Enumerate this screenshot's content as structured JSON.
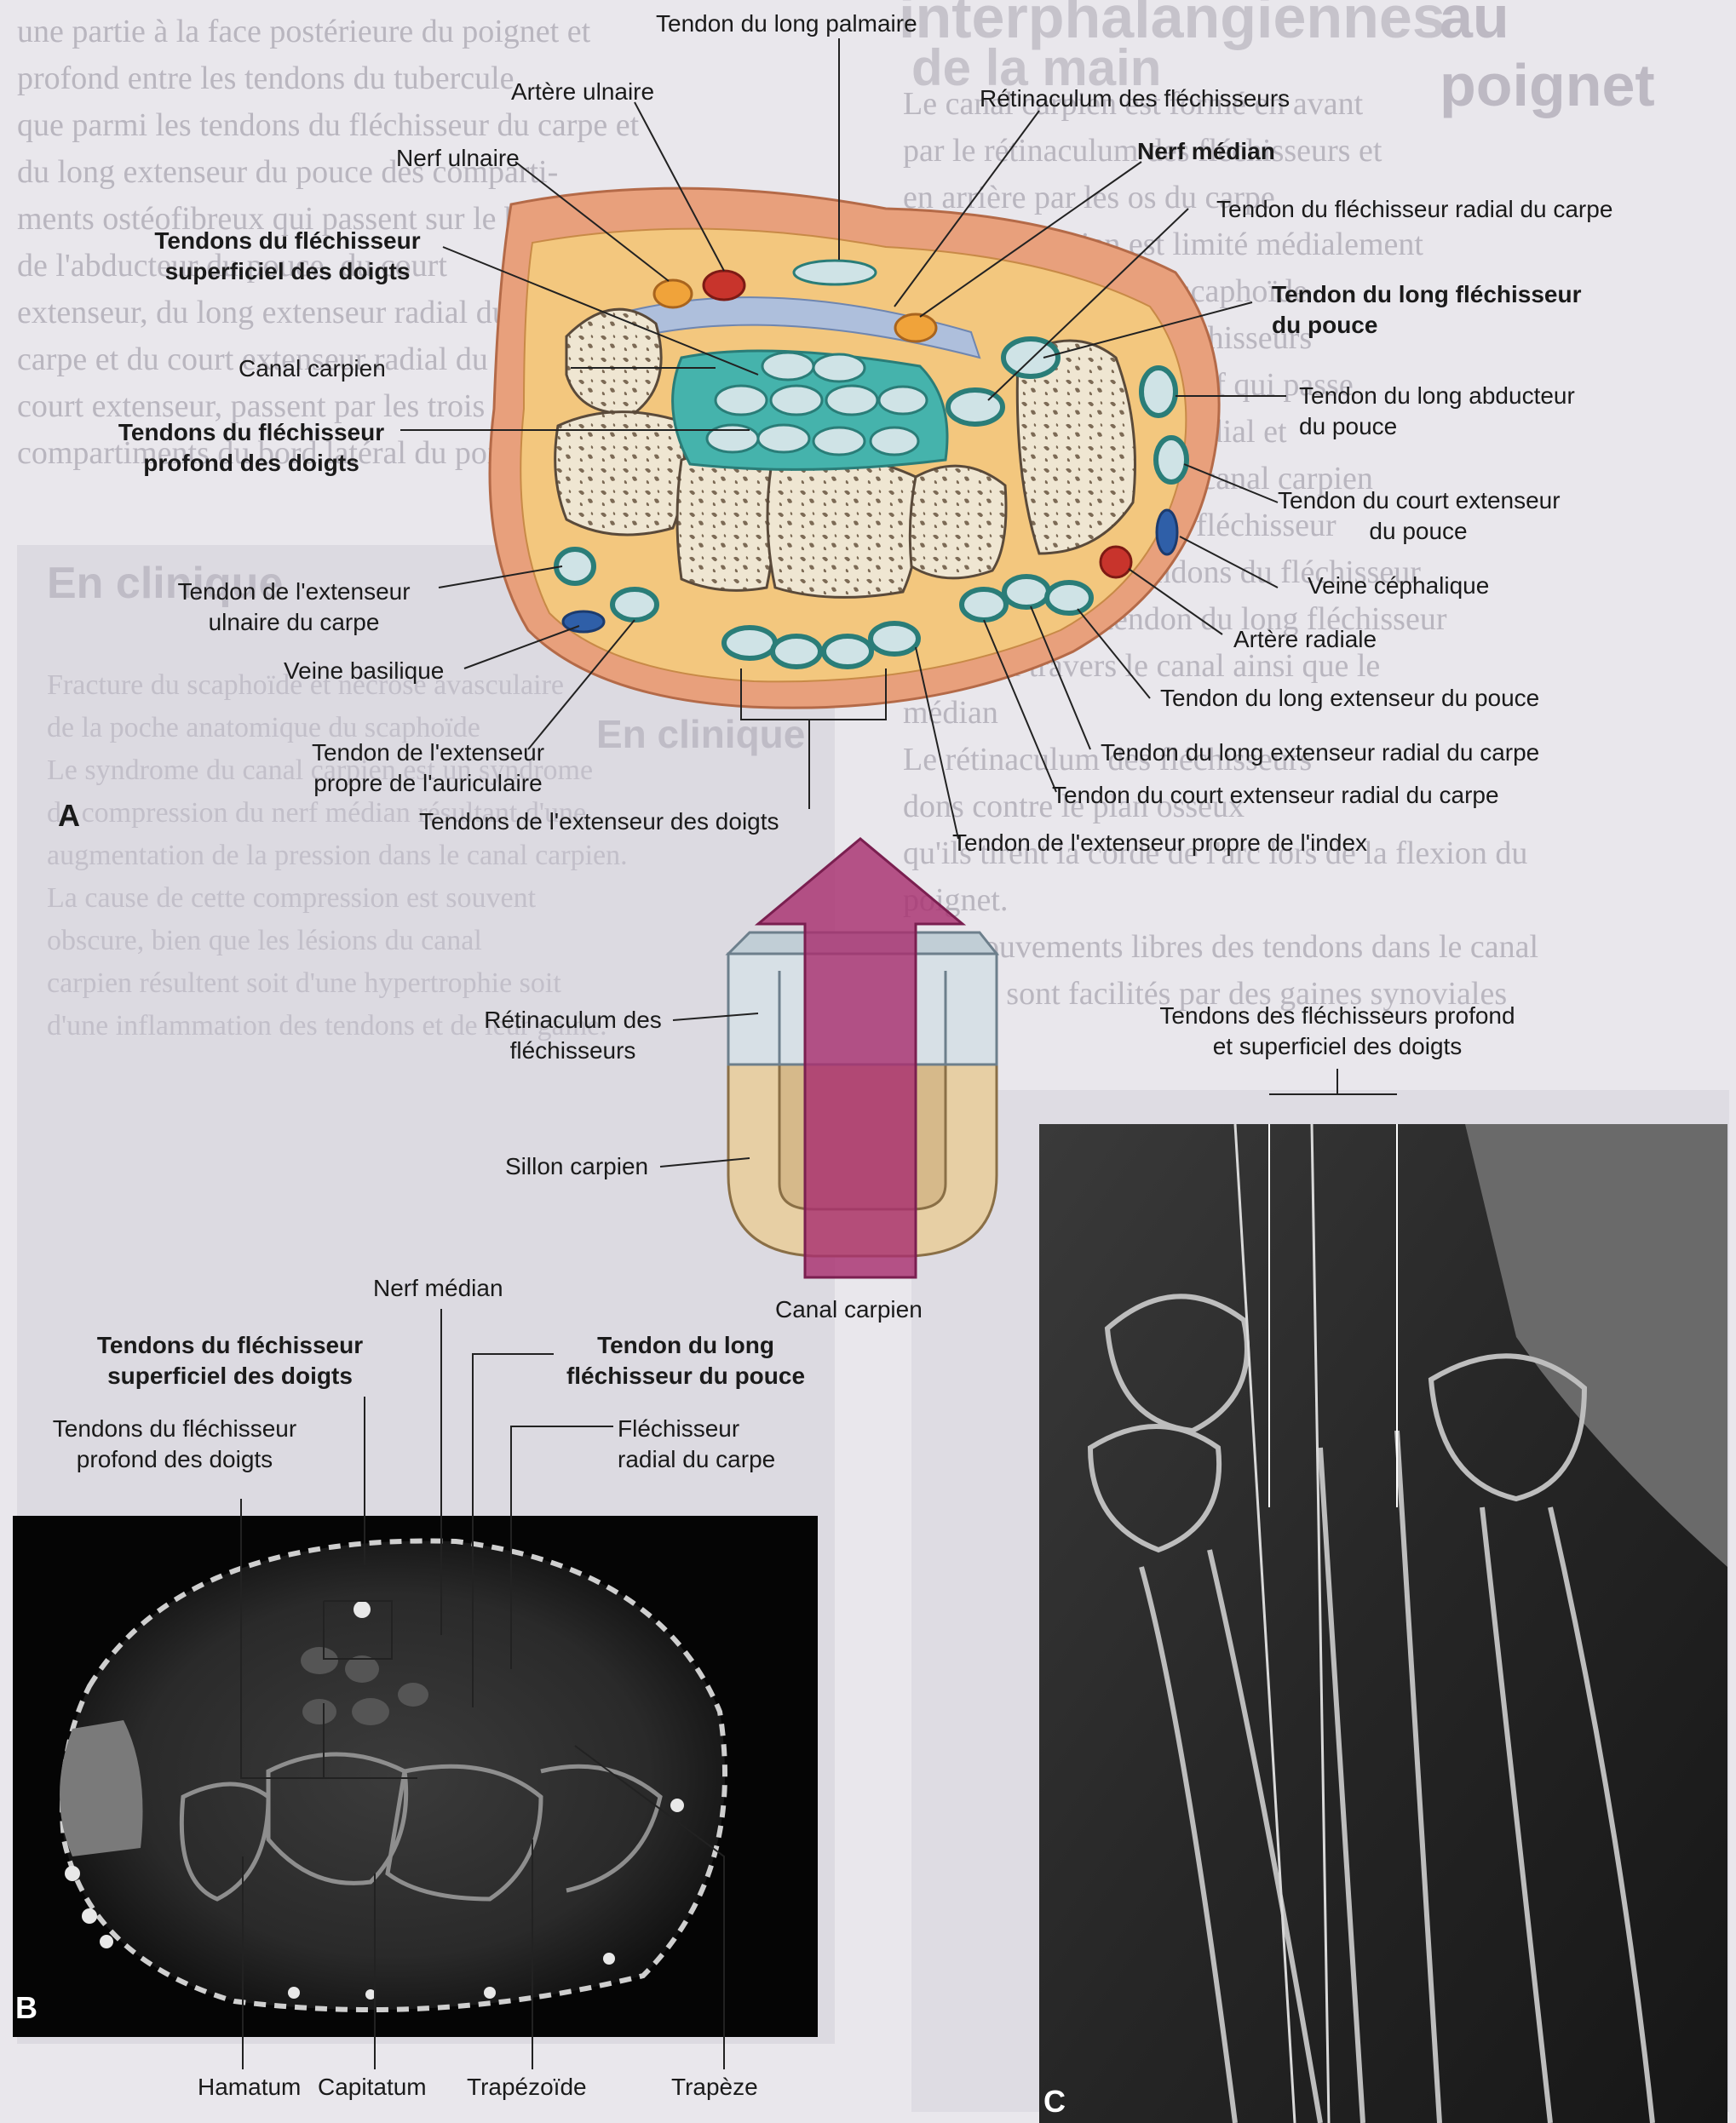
{
  "background_page": {
    "heading": "au poignet",
    "heading2": "interphalangiennes",
    "subheading": "de la main",
    "section_heading": "En clinique",
    "section_heading2": "En clinique",
    "body_lines_right": [
      "Le canal carpien est formé en avant",
      "par le rétinaculum des fléchisseurs et",
      "en arrière par les os du carpe",
      "Le sillon carpien est limité médialement",
      "par les tubercules du scaphoïde",
      "Le rétinaculum des fléchisseurs",
      "bande de tissu conjonctif qui passe",
      "pace entre les bords médial et",
      "transforme le sillon en canal carpien",
      "Les quatre tendons du fléchisseur",
      "doigts, les quatre tendons du fléchisseur",
      "des doigts et le tendon du long fléchisseur",
      "passent à travers le canal ainsi que le",
      "médian",
      "Le rétinaculum des fléchisseurs",
      "dons contre le plan osseux",
      "qu'ils tirent la corde de l'arc lors de la flexion du",
      "poignet.",
      "Les mouvements libres des tendons dans le canal",
      "carpien sont facilités par des gaines synoviales"
    ],
    "body_lines_left": [
      "une partie à la face postérieure du poignet et",
      "profond entre les tendons du tubercule",
      "que parmi les tendons du fléchisseur du carpe et",
      "du long extenseur du pouce des comparti-",
      "ments ostéofibreux qui passent sur le bord",
      "de l'abducteur du pouce, du court",
      "extenseur, du long extenseur radial du",
      "carpe et du court extenseur radial du carpe et du",
      "court extenseur, passent par les trois",
      "compartiments du bord latéral du poignet."
    ],
    "clinique_lines": [
      "Fracture du scaphoïde et nécrose avasculaire",
      "de la poche anatomique du scaphoïde",
      "Le syndrome du canal carpien est un syndrome",
      "de compression du nerf médian résultant d'une",
      "augmentation de la pression dans le canal carpien.",
      "La cause de cette compression est souvent",
      "obscure, bien que les lésions du canal",
      "carpien résultent soit d'une hypertrophie soit",
      "d'une inflammation des tendons et de leur gaine."
    ]
  },
  "panel_A": {
    "letter": "A",
    "labels": {
      "tendon_long_palmaire": "Tendon du long palmaire",
      "artere_ulnaire": "Artère ulnaire",
      "retinaculum": "Rétinaculum des fléchisseurs",
      "nerf_ulnaire": "Nerf ulnaire",
      "nerf_median": "Nerf médian",
      "flechisseur_radial": "Tendon du fléchisseur radial du carpe",
      "flechisseur_superficiel": [
        "Tendons du fléchisseur",
        "superficiel des doigts"
      ],
      "long_flechisseur_pouce": [
        "Tendon du long fléchisseur",
        "du pouce"
      ],
      "canal_carpien": "Canal carpien",
      "long_abducteur": [
        "Tendon du long abducteur",
        "du pouce"
      ],
      "flechisseur_profond": [
        "Tendons du fléchisseur",
        "profond des doigts"
      ],
      "court_extenseur_pouce": [
        "Tendon du court extenseur",
        "du pouce"
      ],
      "veine_cephalique": "Veine céphalique",
      "extenseur_ulnaire": [
        "Tendon de l'extenseur",
        "ulnaire du carpe"
      ],
      "artere_radiale": "Artère radiale",
      "veine_basilique": "Veine basilique",
      "long_extenseur_pouce": "Tendon du long extenseur du pouce",
      "extenseur_auriculaire": [
        "Tendon de l'extenseur",
        "propre de l'auriculaire"
      ],
      "long_extenseur_radial": "Tendon du long extenseur radial du carpe",
      "court_extenseur_radial": "Tendon du court extenseur radial du carpe",
      "extenseur_doigts": "Tendons de l'extenseur des doigts",
      "extenseur_index": "Tendon de l'extenseur propre de l'index"
    }
  },
  "schema": {
    "retinaculum": [
      "Rétinaculum des",
      "fléchisseurs"
    ],
    "sillon": "Sillon carpien",
    "canal": "Canal carpien"
  },
  "panel_B": {
    "letter": "B",
    "labels": {
      "nerf_median": "Nerf médian",
      "flechisseur_superficiel": [
        "Tendons du fléchisseur",
        "superficiel des doigts"
      ],
      "long_flechisseur_pouce": [
        "Tendon du long",
        "fléchisseur du pouce"
      ],
      "flechisseur_profond": [
        "Tendons du fléchisseur",
        "profond des doigts"
      ],
      "flechisseur_radial": [
        "Fléchisseur",
        "radial du carpe"
      ],
      "hamatum": "Hamatum",
      "capitatum": "Capitatum",
      "trapezoide": "Trapézoïde",
      "trapeze": "Trapèze"
    }
  },
  "panel_C": {
    "letter": "C",
    "labels": {
      "flechisseurs": [
        "Tendons des fléchisseurs profond",
        "et superficiel des doigts"
      ]
    }
  },
  "colors": {
    "skin": "#e8a07c",
    "fat": "#f3c77e",
    "bone": "#efe6d2",
    "tendon_sheath": "#45b3ac",
    "tendon": "#cfe3e6",
    "artery": "#c8342c",
    "vein": "#2f5fa8",
    "nerve": "#f0a33a",
    "arrow": "#a8306f"
  }
}
